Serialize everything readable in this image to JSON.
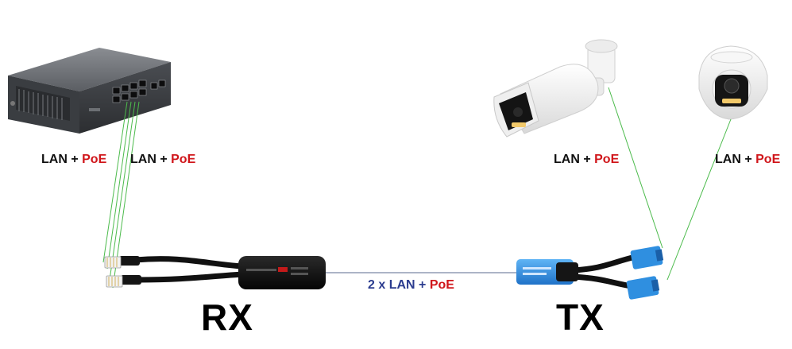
{
  "labels": {
    "lan": "LAN",
    "plus": " + ",
    "poe": "PoE",
    "trunk_count": "2 x ",
    "rx": "RX",
    "tx": "TX"
  },
  "colors": {
    "poe_red": "#d0161b",
    "trunk_blue": "#2b3c8f",
    "wire_green": "#4cbb4c",
    "splitter_blue": "#2f8fe0"
  },
  "icons": [
    "network-switch",
    "bullet-camera",
    "dome-camera",
    "rx-splitter",
    "tx-splitter",
    "rj45-plug"
  ]
}
